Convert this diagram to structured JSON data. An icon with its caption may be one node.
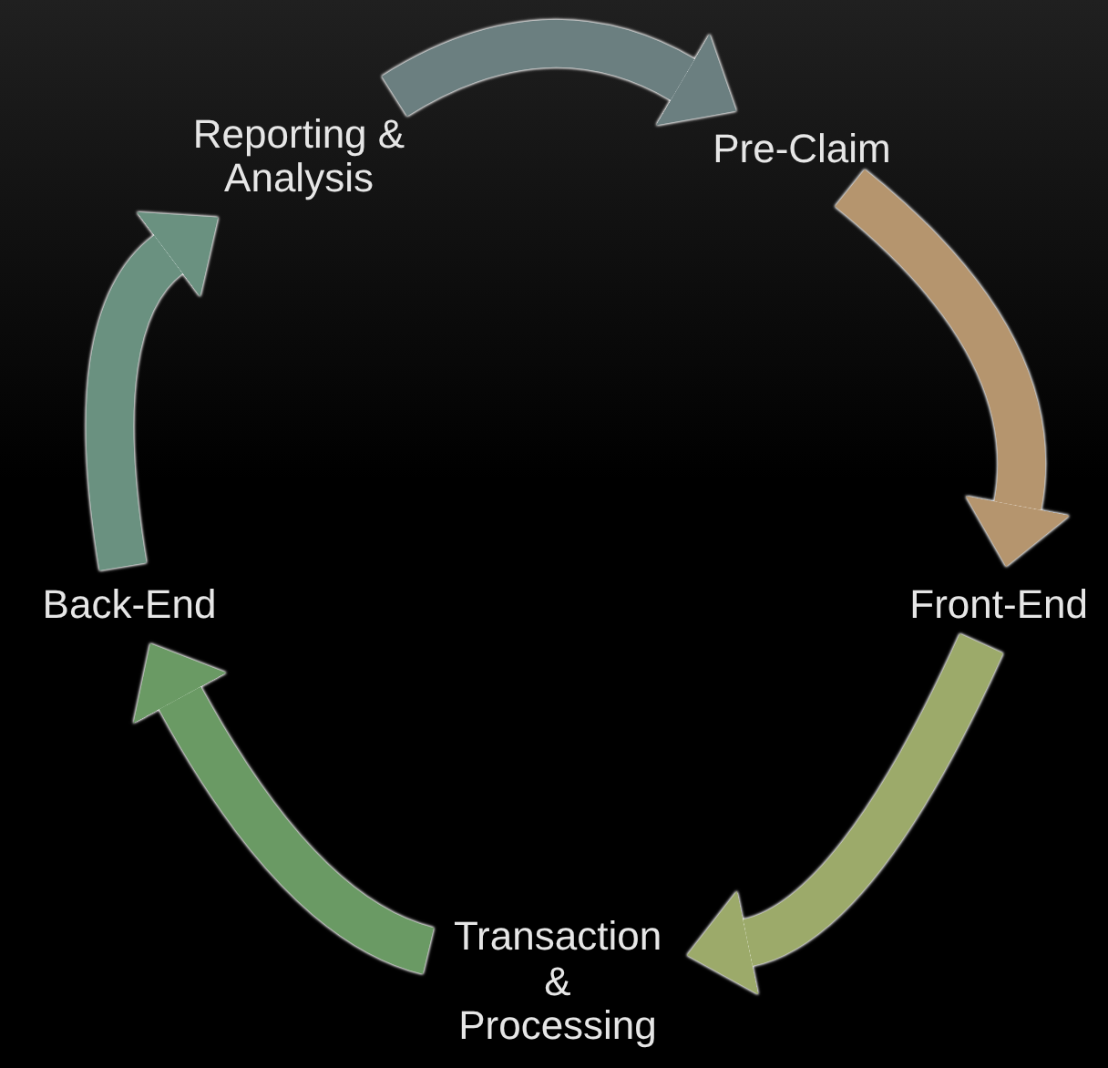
{
  "diagram": {
    "nodes": [
      {
        "text": [
          "Pre-Claim"
        ]
      },
      {
        "text": [
          "Front-End"
        ]
      },
      {
        "text": [
          "Transaction & Processing"
        ]
      },
      {
        "text": [
          "Back-End"
        ]
      },
      {
        "text": [
          "Reporting & Analysis"
        ]
      }
    ],
    "edges": [
      {
        "from": 4,
        "to": 0,
        "arrow": "to",
        "color": "#6b7f80"
      },
      {
        "from": 0,
        "to": 1,
        "arrow": "to",
        "color": "#b5956e"
      },
      {
        "from": 1,
        "to": 2,
        "arrow": "to",
        "color": "#9caa6a"
      },
      {
        "from": 2,
        "to": 3,
        "arrow": "to",
        "color": "#6a9a64"
      },
      {
        "from": 3,
        "to": 4,
        "arrow": "to",
        "color": "#6a9180"
      }
    ]
  }
}
